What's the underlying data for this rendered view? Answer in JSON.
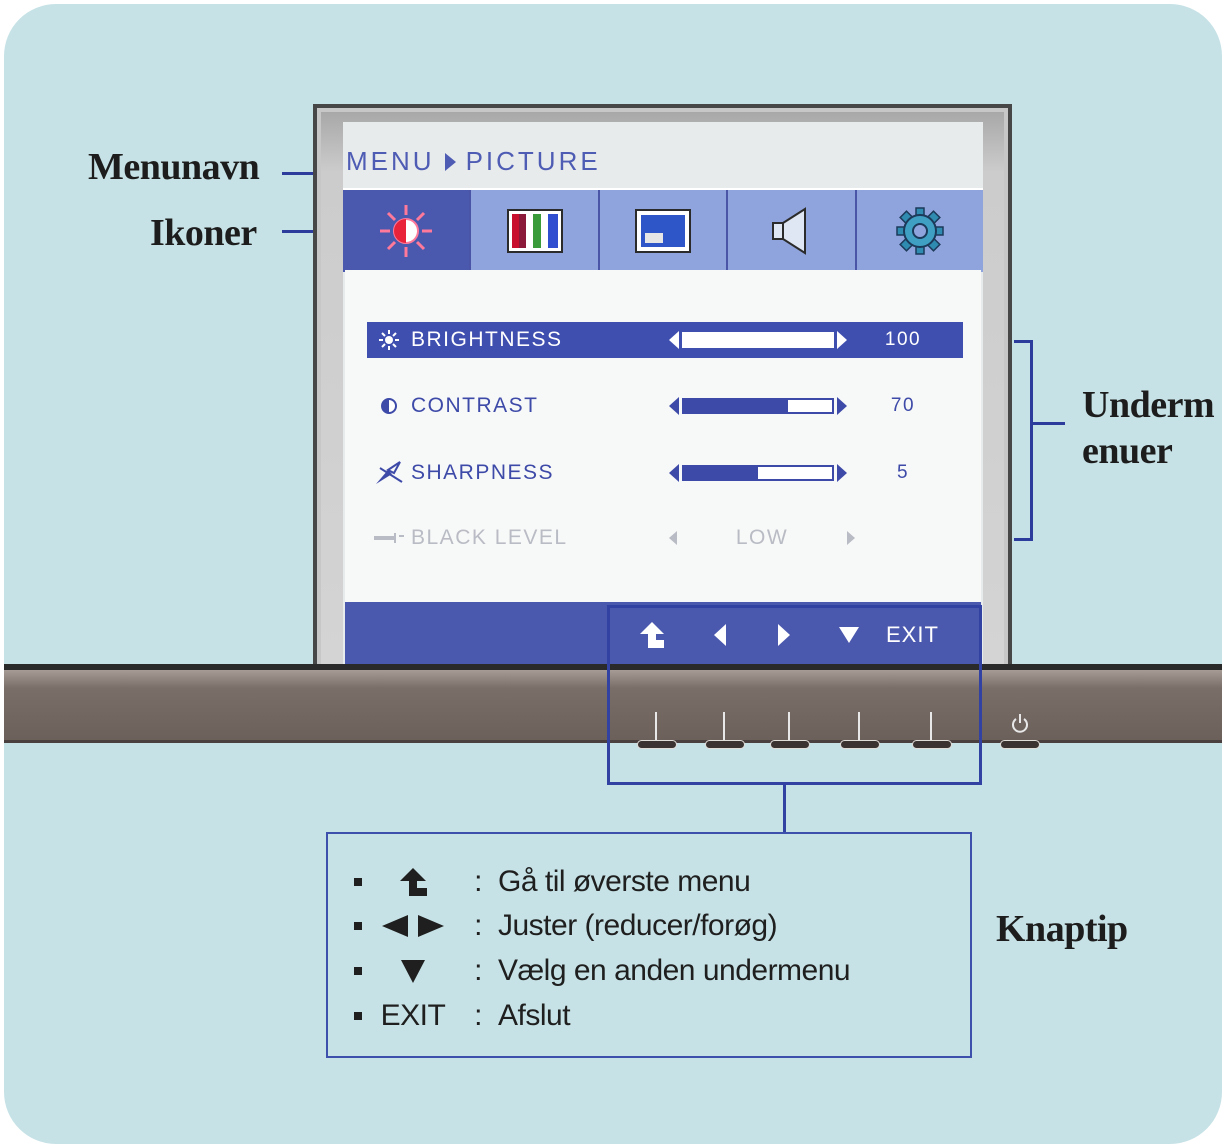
{
  "callouts": {
    "menu_name": "Menunavn",
    "icons": "Ikoner",
    "submenus": "Underm\nenuer",
    "button_tips": "Knaptip"
  },
  "osd": {
    "path_menu": "MENU",
    "path_current": "PICTURE",
    "tabs": [
      {
        "icon": "brightness-icon",
        "active": true
      },
      {
        "icon": "color-bars-icon",
        "active": false
      },
      {
        "icon": "position-icon",
        "active": false
      },
      {
        "icon": "speaker-icon",
        "active": false
      },
      {
        "icon": "gear-icon",
        "active": false
      }
    ],
    "rows": [
      {
        "icon": "sun-icon",
        "label": "BRIGHTNESS",
        "value": "100",
        "fill": 1.0,
        "selected": true
      },
      {
        "icon": "contrast-icon",
        "label": "CONTRAST",
        "value": "70",
        "fill": 0.7,
        "selected": false
      },
      {
        "icon": "sharpness-icon",
        "label": "SHARPNESS",
        "value": "5",
        "fill": 0.5,
        "selected": false
      },
      {
        "icon": "black-level-icon",
        "label": "BLACK LEVEL",
        "option": "LOW",
        "disabled": true
      }
    ],
    "footer_exit": "EXIT"
  },
  "tips": [
    {
      "symbol": "up-arrow-icon",
      "text": "Gå til øverste menu"
    },
    {
      "symbol": "left-right-icon",
      "text": "Juster (reducer/forøg)"
    },
    {
      "symbol": "down-triangle-icon",
      "text": "Vælg en anden undermenu"
    },
    {
      "symbol": "EXIT",
      "text": "Afslut"
    }
  ],
  "colors": {
    "background": "#c6e2e6",
    "osd_accent": "#4a58ae",
    "tab_inactive": "#8fa4dc",
    "leader": "#2c3c9c"
  }
}
